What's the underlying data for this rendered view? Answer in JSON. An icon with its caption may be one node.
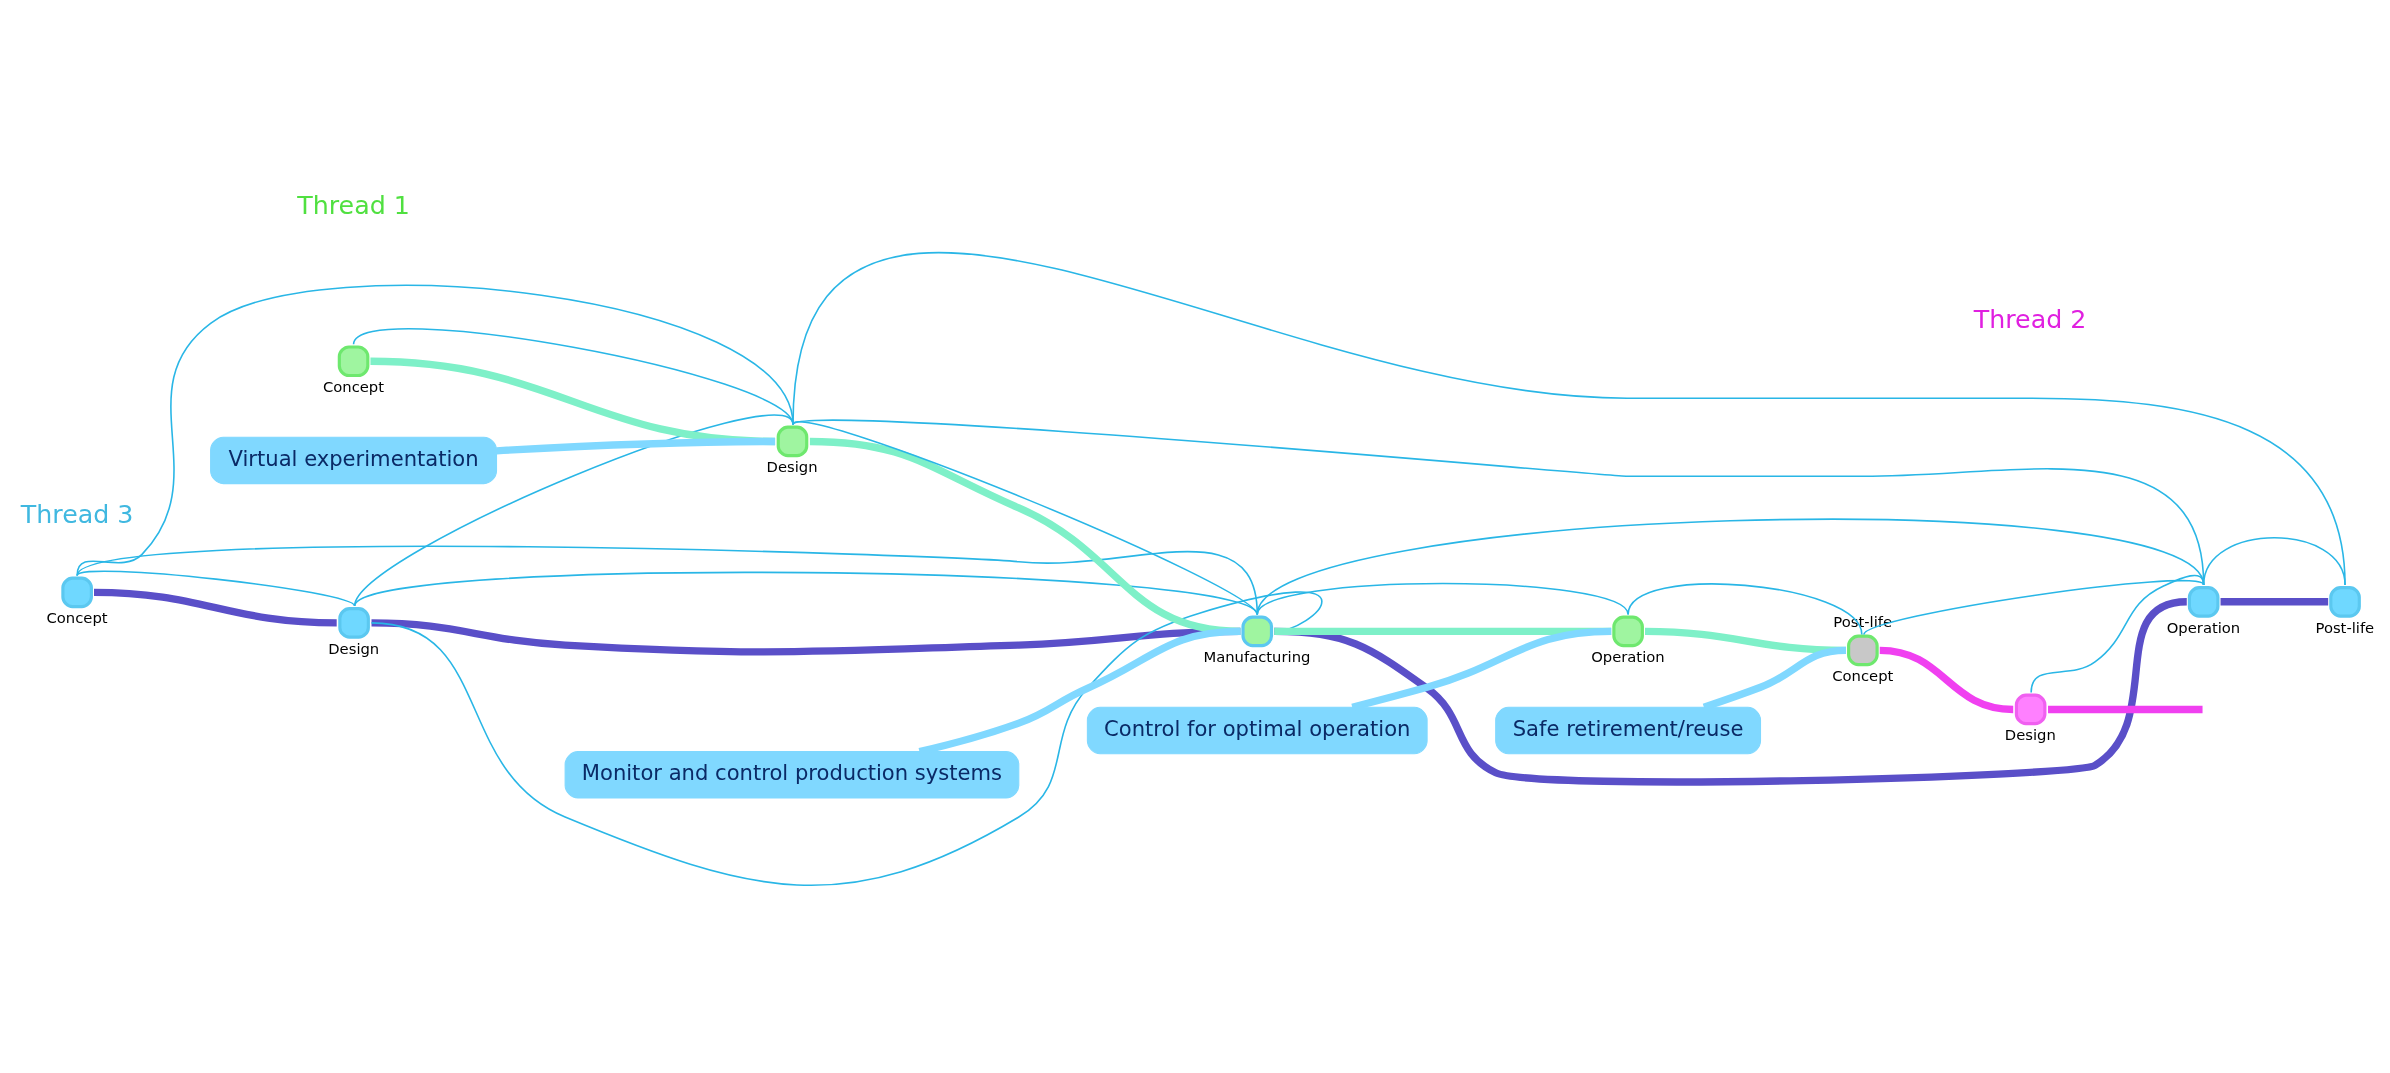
{
  "diagram": {
    "nodes": [
      {
        "text": [],
        "shape": "circle",
        "beside": [
          "Concept"
        ]
      },
      {
        "text": [],
        "shape": "circle",
        "beside": [
          "Design"
        ]
      },
      {
        "text": [],
        "shape": "circle",
        "beside": [
          "Manufacturing"
        ]
      },
      {
        "text": [],
        "shape": "circle",
        "beside": [
          "Operation"
        ]
      },
      {
        "text": [],
        "shape": "circle",
        "beside": [
          "Post-life"
        ]
      },
      {
        "text": [],
        "shape": "circle",
        "beside": [
          "Concept"
        ]
      },
      {
        "text": [],
        "shape": "circle",
        "beside": [
          "Design"
        ]
      },
      {
        "text": [],
        "shape": "circle",
        "beside": [
          "Operation"
        ]
      },
      {
        "text": [],
        "shape": "circle",
        "beside": [
          "Post-life",
          "Concept"
        ]
      },
      {
        "text": [],
        "shape": "circle",
        "beside": [
          "Design"
        ]
      },
      {
        "text": [
          "Safe retirement/reuse"
        ]
      },
      {
        "text": [
          "Control for optimal operation"
        ]
      },
      {
        "text": [
          "Monitor and control production systems"
        ]
      },
      {
        "text": [
          "Virtual experimentation"
        ]
      }
    ],
    "edges": [
      {
        "from": 0,
        "to": 1,
        "arrow": "none",
        "style": "thick",
        "color": "#5a4fc8"
      },
      {
        "from": 1,
        "to": 2,
        "arrow": "none",
        "style": "thick",
        "color": "#5a4fc8"
      },
      {
        "from": 2,
        "to": 3,
        "arrow": "none",
        "style": "thick",
        "color": "#5a4fc8"
      },
      {
        "from": 3,
        "to": 4,
        "arrow": "none",
        "style": "thick",
        "color": "#5a4fc8"
      },
      {
        "from": 5,
        "to": 6,
        "arrow": "none",
        "style": "thick",
        "color": "#7ef0c8"
      },
      {
        "from": 6,
        "to": 2,
        "arrow": "none",
        "style": "thick",
        "color": "#7ef0c8"
      },
      {
        "from": 2,
        "to": 7,
        "arrow": "none",
        "style": "thick",
        "color": "#7ef0c8"
      },
      {
        "from": 7,
        "to": 8,
        "arrow": "none",
        "style": "thick",
        "color": "#7ef0c8"
      },
      {
        "from": 8,
        "to": 9,
        "arrow": "none",
        "style": "thick",
        "color": "#f040f0"
      },
      {
        "from": 9,
        "to": null,
        "arrow": "none",
        "style": "thick",
        "color": "#f040f0"
      },
      {
        "from": 0,
        "to": 1,
        "arrow": "none"
      },
      {
        "from": 0,
        "to": 2,
        "arrow": "none"
      },
      {
        "from": 0,
        "to": 6,
        "arrow": "none"
      },
      {
        "from": 1,
        "to": 2,
        "arrow": "none"
      },
      {
        "from": 1,
        "to": 2,
        "arrow": "none"
      },
      {
        "from": 1,
        "to": 6,
        "arrow": "none"
      },
      {
        "from": 5,
        "to": 6,
        "arrow": "none"
      },
      {
        "from": 6,
        "to": 2,
        "arrow": "none"
      },
      {
        "from": 6,
        "to": 3,
        "arrow": "none"
      },
      {
        "from": 6,
        "to": 4,
        "arrow": "none"
      },
      {
        "from": 2,
        "to": 7,
        "arrow": "none"
      },
      {
        "from": 2,
        "to": 3,
        "arrow": "none"
      },
      {
        "from": 7,
        "to": 8,
        "arrow": "none"
      },
      {
        "from": 8,
        "to": 3,
        "arrow": "none"
      },
      {
        "from": 9,
        "to": 3,
        "arrow": "none"
      },
      {
        "from": 3,
        "to": 4,
        "arrow": "none"
      },
      {
        "from": 10,
        "to": 8,
        "arrow": "none",
        "style": "thick",
        "color": "#80d8ff"
      },
      {
        "from": 11,
        "to": 7,
        "arrow": "none",
        "style": "thick",
        "color": "#80d8ff"
      },
      {
        "from": 12,
        "to": 2,
        "arrow": "none",
        "style": "thick",
        "color": "#80d8ff"
      },
      {
        "from": 13,
        "to": 6,
        "arrow": "none",
        "style": "thick",
        "color": "#80d8ff"
      }
    ],
    "labels": [
      "Thread 2",
      "Thread 3",
      "Thread 1"
    ]
  }
}
